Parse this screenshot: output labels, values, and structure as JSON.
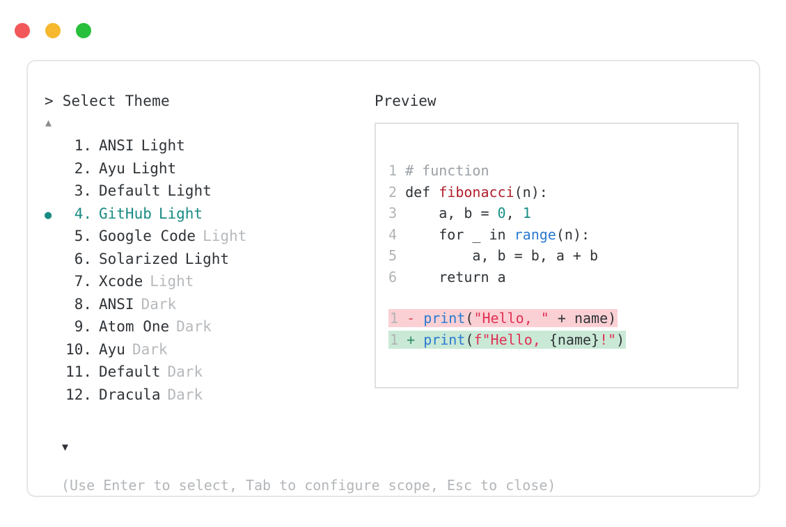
{
  "window": {
    "traffic_lights": [
      {
        "name": "close",
        "color": "#f2585a"
      },
      {
        "name": "minimize",
        "color": "#f5b82e"
      },
      {
        "name": "maximize",
        "color": "#28bf3c"
      }
    ]
  },
  "prompt": {
    "caret": ">",
    "title": "Select Theme"
  },
  "scroll": {
    "up_arrow": "▲",
    "down_arrow": "▼"
  },
  "selection": {
    "bullet": "●",
    "selected_index": 4,
    "accent_color": "#1a8b84"
  },
  "themes": [
    {
      "index": "1.",
      "name": "ANSI",
      "variant": "Light",
      "variant_dim": false,
      "selected": false
    },
    {
      "index": "2.",
      "name": "Ayu",
      "variant": "Light",
      "variant_dim": false,
      "selected": false
    },
    {
      "index": "3.",
      "name": "Default",
      "variant": "Light",
      "variant_dim": false,
      "selected": false
    },
    {
      "index": "4.",
      "name": "GitHub",
      "variant": "Light",
      "variant_dim": false,
      "selected": true
    },
    {
      "index": "5.",
      "name": "Google Code",
      "variant": "Light",
      "variant_dim": true,
      "selected": false
    },
    {
      "index": "6.",
      "name": "Solarized",
      "variant": "Light",
      "variant_dim": false,
      "selected": false
    },
    {
      "index": "7.",
      "name": "Xcode",
      "variant": "Light",
      "variant_dim": true,
      "selected": false
    },
    {
      "index": "8.",
      "name": "ANSI",
      "variant": "Dark",
      "variant_dim": true,
      "selected": false
    },
    {
      "index": "9.",
      "name": "Atom One",
      "variant": "Dark",
      "variant_dim": true,
      "selected": false
    },
    {
      "index": "10.",
      "name": "Ayu",
      "variant": "Dark",
      "variant_dim": true,
      "selected": false
    },
    {
      "index": "11.",
      "name": "Default",
      "variant": "Dark",
      "variant_dim": true,
      "selected": false
    },
    {
      "index": "12.",
      "name": "Dracula",
      "variant": "Dark",
      "variant_dim": true,
      "selected": false
    }
  ],
  "preview": {
    "label": "Preview",
    "code_lines": [
      {
        "ln": "1",
        "tokens": [
          {
            "t": "# function",
            "k": "comment"
          }
        ]
      },
      {
        "ln": "2",
        "tokens": [
          {
            "t": "def ",
            "k": "keyword"
          },
          {
            "t": "fibonacci",
            "k": "func"
          },
          {
            "t": "(n):",
            "k": "plain"
          }
        ]
      },
      {
        "ln": "3",
        "tokens": [
          {
            "t": "    a, b = ",
            "k": "plain"
          },
          {
            "t": "0",
            "k": "number"
          },
          {
            "t": ", ",
            "k": "plain"
          },
          {
            "t": "1",
            "k": "number"
          }
        ]
      },
      {
        "ln": "4",
        "tokens": [
          {
            "t": "    for _ in ",
            "k": "plain"
          },
          {
            "t": "range",
            "k": "builtin"
          },
          {
            "t": "(n):",
            "k": "plain"
          }
        ]
      },
      {
        "ln": "5",
        "tokens": [
          {
            "t": "        a, b = b, a + b",
            "k": "plain"
          }
        ]
      },
      {
        "ln": "6",
        "tokens": [
          {
            "t": "    return a",
            "k": "plain"
          }
        ]
      }
    ],
    "diff_lines": [
      {
        "ln": "1",
        "type": "remove",
        "marker": "-",
        "tokens": [
          {
            "t": "print",
            "k": "print"
          },
          {
            "t": "(",
            "k": "punct"
          },
          {
            "t": "\"Hello, \"",
            "k": "string"
          },
          {
            "t": " + name)",
            "k": "punct"
          }
        ]
      },
      {
        "ln": "1",
        "type": "insert",
        "marker": "+",
        "tokens": [
          {
            "t": "print",
            "k": "print"
          },
          {
            "t": "(",
            "k": "punct"
          },
          {
            "t": "f\"Hello, ",
            "k": "string"
          },
          {
            "t": "{name}",
            "k": "punct"
          },
          {
            "t": "!\"",
            "k": "string"
          },
          {
            "t": ")",
            "k": "punct"
          }
        ]
      }
    ],
    "diff_colors": {
      "remove_bg": "#fbd0d4",
      "insert_bg": "#c9e9d6"
    }
  },
  "help": {
    "text": "(Use Enter to select, Tab to configure scope, Esc to close)"
  }
}
